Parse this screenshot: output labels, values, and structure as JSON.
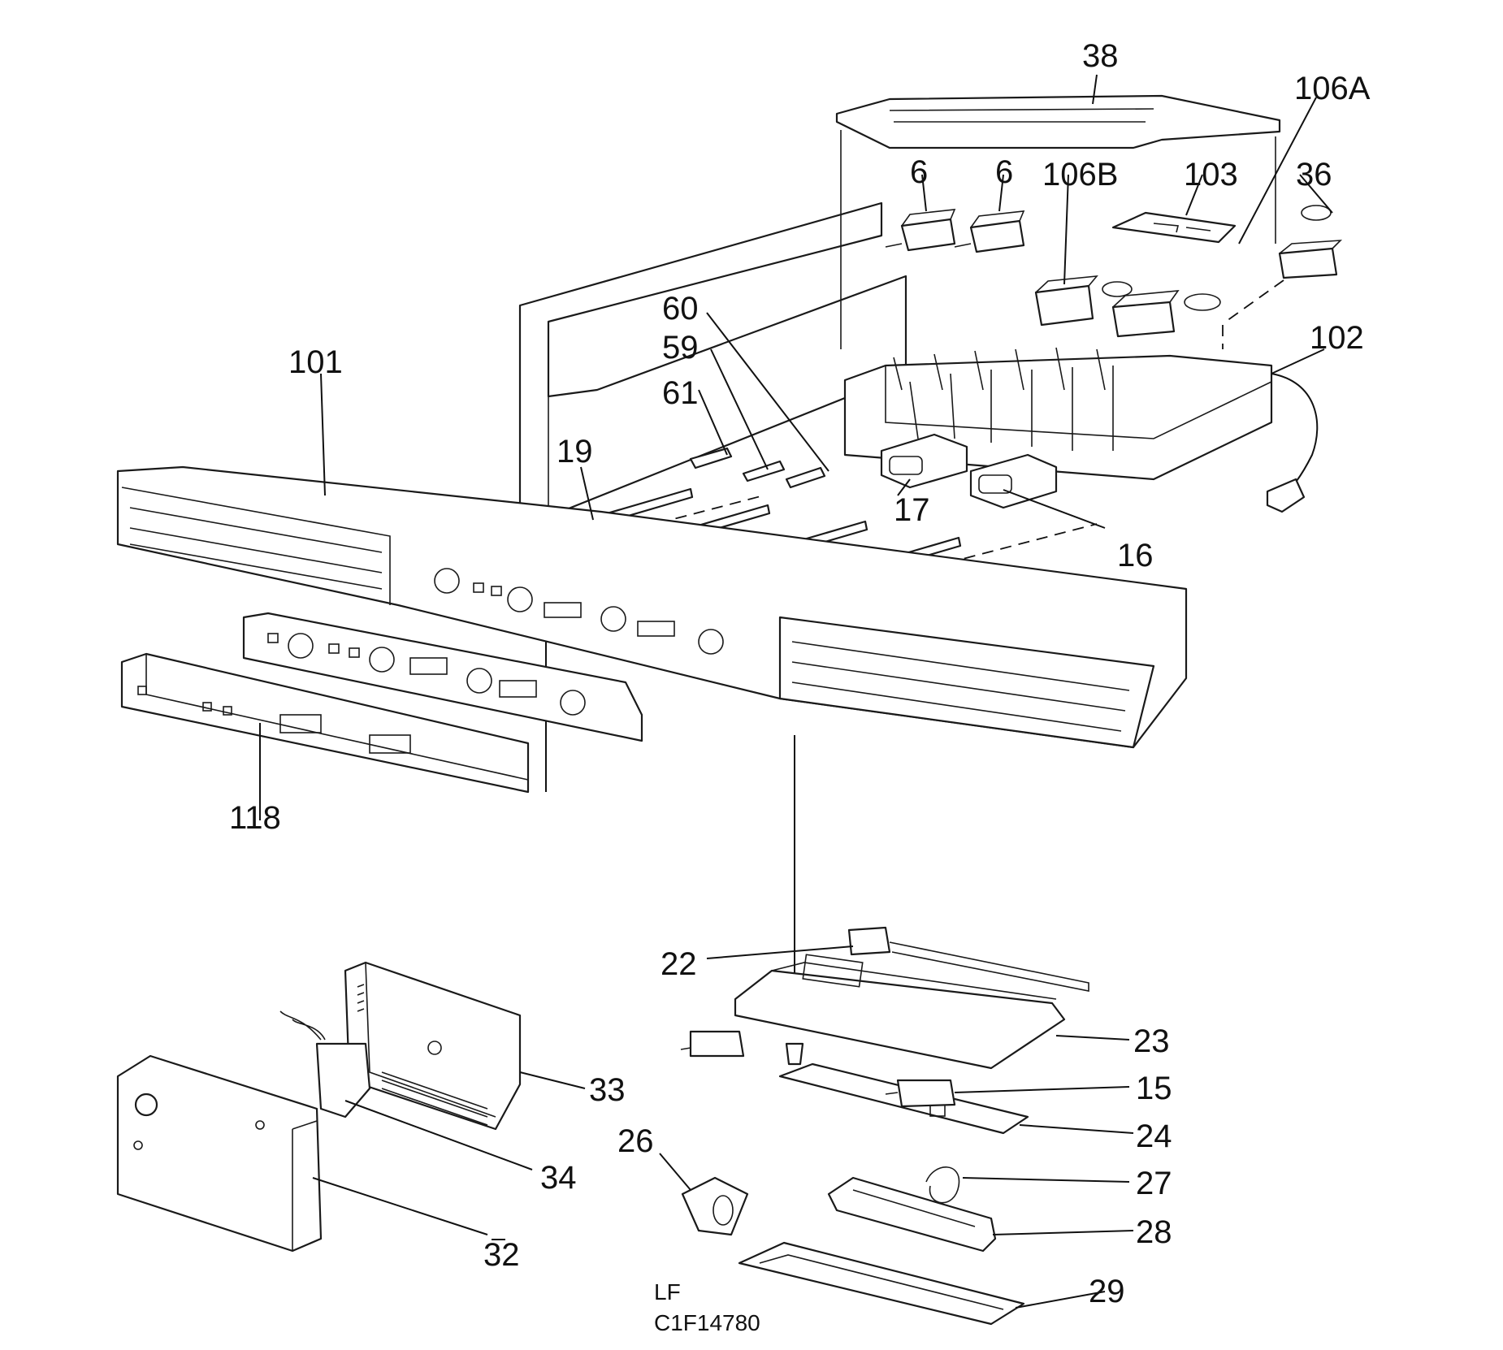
{
  "labels": {
    "p38": "38",
    "p106A": "106A",
    "p6a": "6",
    "p6b": "6",
    "p106B": "106B",
    "p103": "103",
    "p36": "36",
    "p60": "60",
    "p59": "59",
    "p61": "61",
    "p102": "102",
    "p101": "101",
    "p19": "19",
    "p17": "17",
    "p16": "16",
    "p118": "118",
    "p22": "22",
    "p23": "23",
    "p15": "15",
    "p24": "24",
    "p27": "27",
    "p28": "28",
    "p29": "29",
    "p26": "26",
    "p33": "33",
    "p34": "34",
    "p32": "32"
  },
  "footer": {
    "line1": "LF",
    "line2": "C1F14780"
  }
}
